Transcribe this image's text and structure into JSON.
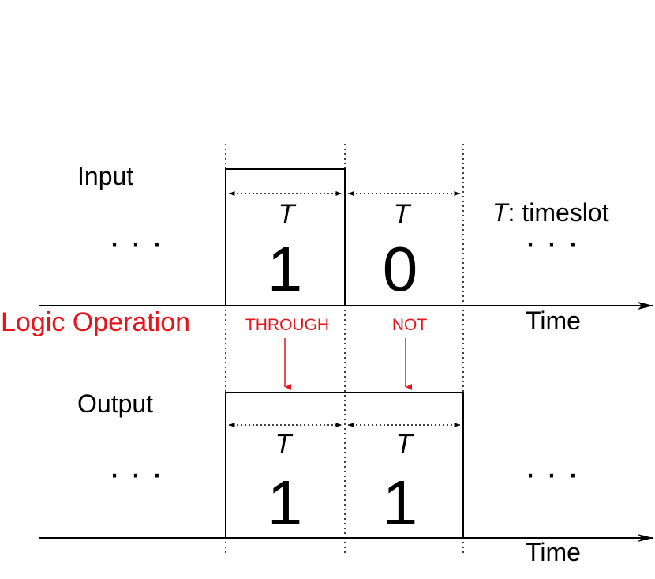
{
  "labels": {
    "input": "Input",
    "output": "Output",
    "logic_operation": "Logic Operation",
    "time": "Time",
    "legend_symbol": "T",
    "legend_text": ": timeslot",
    "ellipsis": "· · ·"
  },
  "input_slots": [
    {
      "period": "T",
      "bit": "1"
    },
    {
      "period": "T",
      "bit": "0"
    }
  ],
  "operations": [
    "THROUGH",
    "NOT"
  ],
  "output_slots": [
    {
      "period": "T",
      "bit": "1"
    },
    {
      "period": "T",
      "bit": "1"
    }
  ],
  "colors": {
    "operation": "#e8141b",
    "signal": "#000000"
  }
}
